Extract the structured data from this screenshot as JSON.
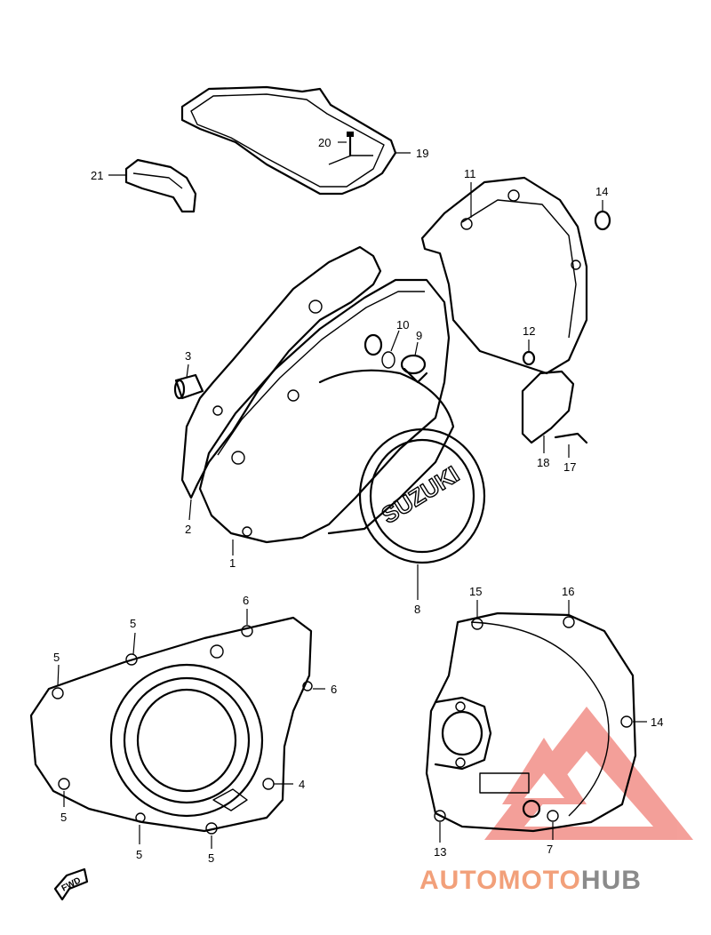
{
  "diagram": {
    "callouts": [
      {
        "id": "c1",
        "label": "1"
      },
      {
        "id": "c2",
        "label": "2"
      },
      {
        "id": "c3",
        "label": "3"
      },
      {
        "id": "c4",
        "label": "4"
      },
      {
        "id": "c5a",
        "label": "5"
      },
      {
        "id": "c5b",
        "label": "5"
      },
      {
        "id": "c5c",
        "label": "5"
      },
      {
        "id": "c5d",
        "label": "5"
      },
      {
        "id": "c5e",
        "label": "5"
      },
      {
        "id": "c6a",
        "label": "6"
      },
      {
        "id": "c6b",
        "label": "6"
      },
      {
        "id": "c7",
        "label": "7"
      },
      {
        "id": "c8",
        "label": "8"
      },
      {
        "id": "c9",
        "label": "9"
      },
      {
        "id": "c10",
        "label": "10"
      },
      {
        "id": "c11",
        "label": "11"
      },
      {
        "id": "c12",
        "label": "12"
      },
      {
        "id": "c13",
        "label": "13"
      },
      {
        "id": "c14a",
        "label": "14"
      },
      {
        "id": "c14b",
        "label": "14"
      },
      {
        "id": "c15",
        "label": "15"
      },
      {
        "id": "c16",
        "label": "16"
      },
      {
        "id": "c17",
        "label": "17"
      },
      {
        "id": "c18",
        "label": "18"
      },
      {
        "id": "c19",
        "label": "19"
      },
      {
        "id": "c20",
        "label": "20"
      },
      {
        "id": "c21",
        "label": "21"
      }
    ],
    "emblem_text": "SUZUKI",
    "direction_marker": "FWD"
  },
  "watermark": {
    "text_a": "AUTOMOTO",
    "text_b": "HUB",
    "colors": {
      "accent": "#e8473f",
      "orange": "#f2a07a",
      "gray": "#8a8a8a"
    }
  }
}
